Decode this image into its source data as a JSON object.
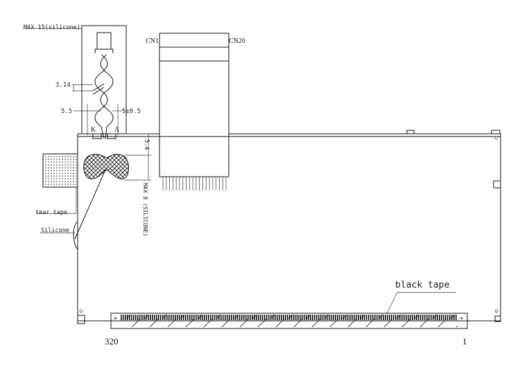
{
  "labels": {
    "max_silicone": "MAX 15(silicone)",
    "cn1": "CN1",
    "cn20": "CN20",
    "dim_314": "3.14",
    "dim_55": "5.5",
    "dim_5": "5±0.5",
    "pin_k": "K",
    "pin_a": "A",
    "dim_54": "5.4",
    "max8": "MAX 8 (SILICONE)",
    "tear_tape": "tear tape",
    "silicone": "Silicone",
    "black_tape": "black tape",
    "pin_320": "320",
    "pin_1": "1"
  },
  "colors": {
    "line": "#111111",
    "background": "#ffffff"
  }
}
